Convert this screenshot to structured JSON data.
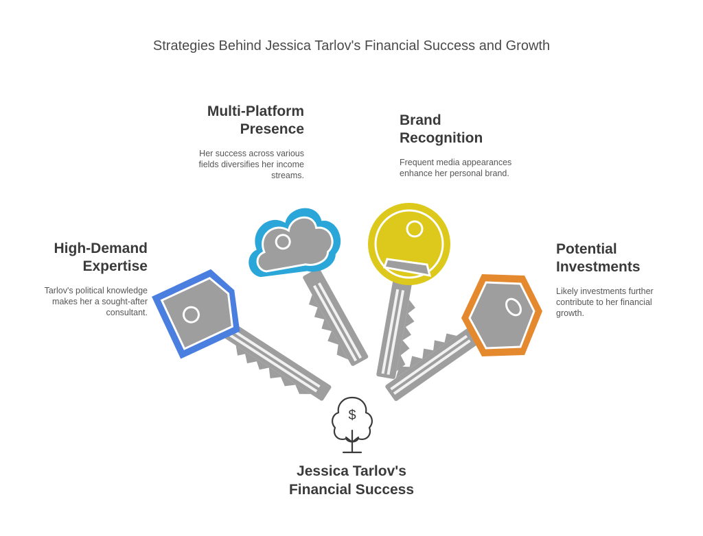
{
  "title": "Strategies Behind Jessica Tarlov's Financial Success and Growth",
  "center": {
    "line1": "Jessica Tarlov's",
    "line2": "Financial Success",
    "icon": "money-tree-icon"
  },
  "items": [
    {
      "line1": "High-Demand",
      "line2": "Expertise",
      "desc1": "Tarlov's political knowledge",
      "desc2": "makes her a sought-after",
      "desc3": "consultant.",
      "color": "#4a7fe0",
      "icon": "square-key-icon"
    },
    {
      "line1": "Multi-Platform",
      "line2": "Presence",
      "desc1": "Her success across various",
      "desc2": "fields diversifies her income",
      "desc3": "streams.",
      "color": "#2aa7d8",
      "icon": "cloud-key-icon"
    },
    {
      "line1": "Brand",
      "line2": "Recognition",
      "desc1": "Frequent media appearances",
      "desc2": "enhance her personal brand.",
      "desc3": "",
      "color": "#dcc91c",
      "icon": "round-key-icon"
    },
    {
      "line1": "Potential",
      "line2": "Investments",
      "desc1": "Likely investments further",
      "desc2": "contribute to her financial",
      "desc3": "growth.",
      "color": "#e4892e",
      "icon": "hexagon-key-icon"
    }
  ]
}
